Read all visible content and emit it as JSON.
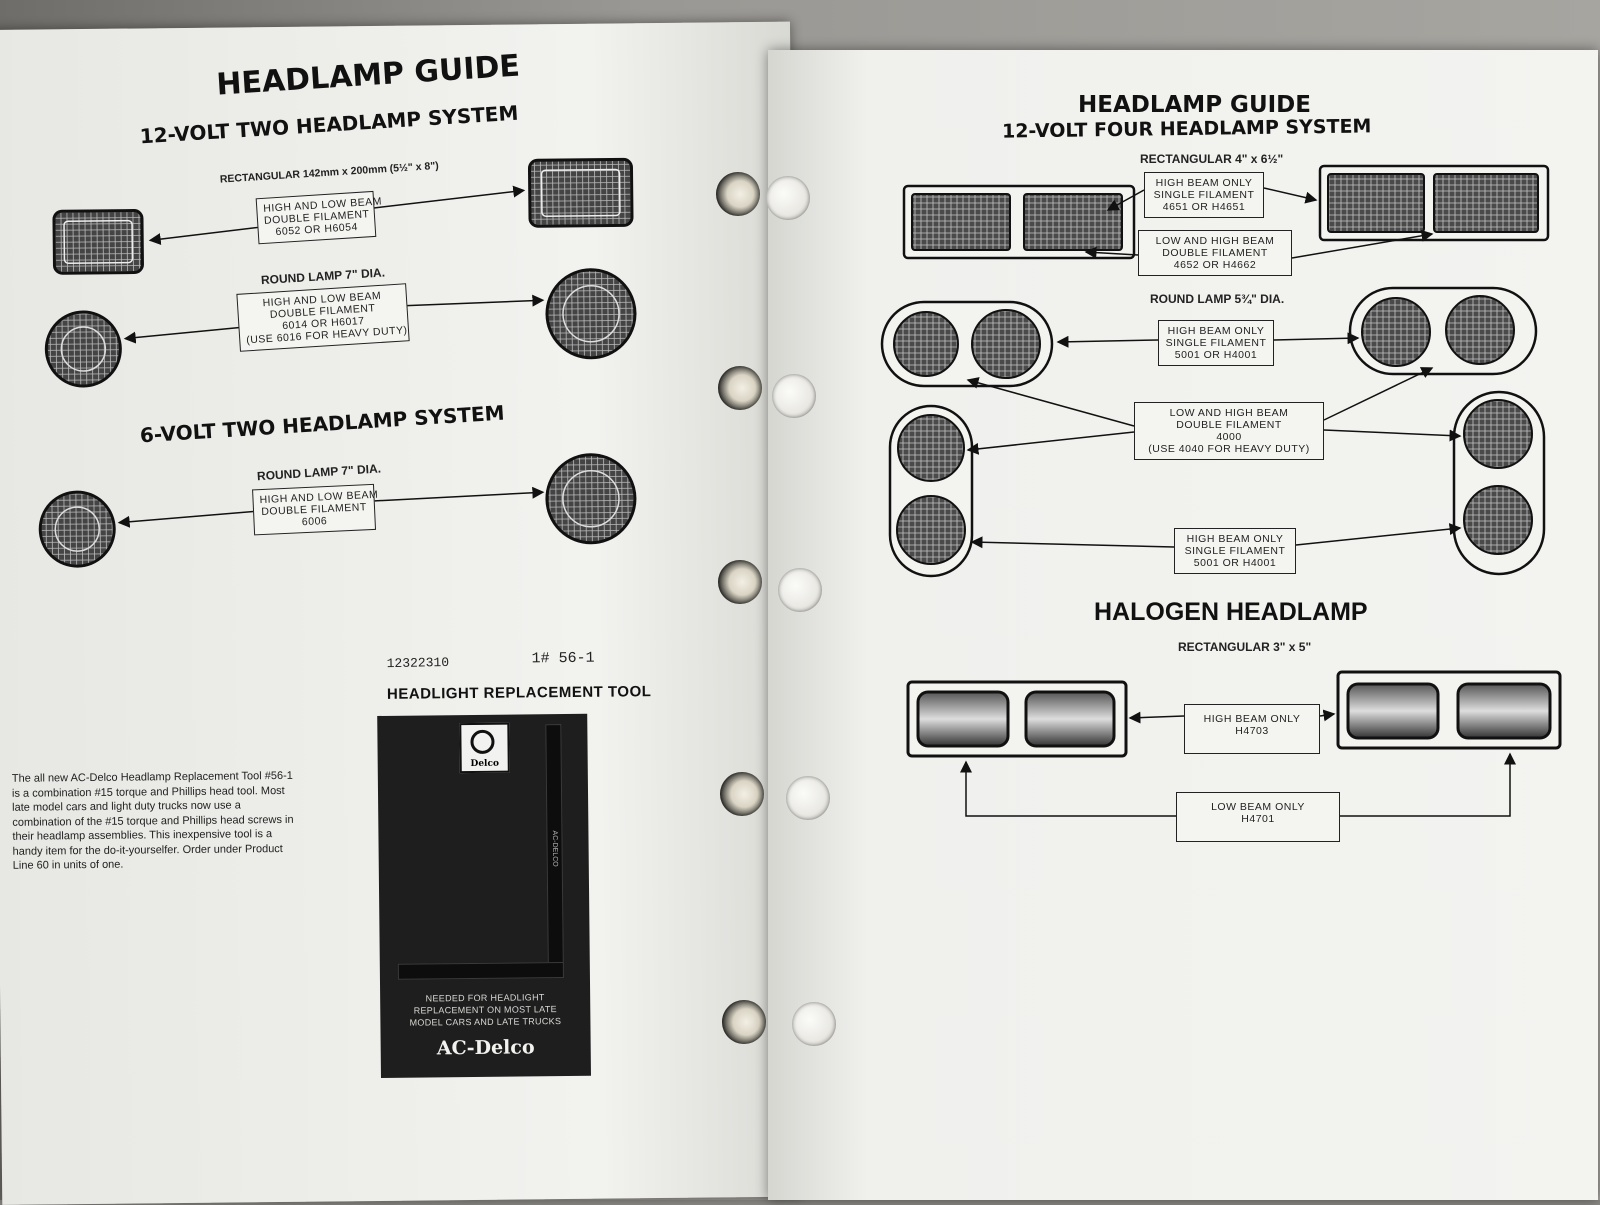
{
  "left_page": {
    "title": "HEADLAMP GUIDE",
    "section_12v_two": {
      "heading": "12-VOLT TWO HEADLAMP SYSTEM",
      "rect_label": "RECTANGULAR 142mm x 200mm (5½\" x 8\")",
      "rect_box": [
        "HIGH AND LOW BEAM",
        "DOUBLE FILAMENT",
        "6052 OR H6054"
      ],
      "round_label": "ROUND LAMP 7\" DIA.",
      "round_box": [
        "HIGH AND LOW BEAM",
        "DOUBLE FILAMENT",
        "6014 OR H6017",
        "(USE 6016 FOR HEAVY DUTY)"
      ]
    },
    "section_6v_two": {
      "heading": "6-VOLT TWO HEADLAMP SYSTEM",
      "round_label": "ROUND LAMP 7\" DIA.",
      "round_box": [
        "HIGH AND LOW BEAM",
        "DOUBLE FILAMENT",
        "6006"
      ]
    },
    "tool": {
      "part_number": "12322310",
      "code": "1# 56-1",
      "heading": "HEADLIGHT REPLACEMENT TOOL",
      "logo_text": "Delco",
      "card_lines": [
        "NEEDED FOR HEADLIGHT",
        "REPLACEMENT ON MOST LATE",
        "MODEL CARS AND LATE TRUCKS"
      ],
      "brand": "AC-Delco",
      "bar_text": "AC-DELCO"
    },
    "paragraph": "The all new AC-Delco Headlamp Replacement Tool #56-1 is a combination #15 torque and Phillips head tool. Most late model cars and light duty trucks now use a combination of the #15 torque and Phillips head screws in their headlamp assemblies. This inexpensive tool is a handy item for the do-it-yourselfer. Order under Product Line 60 in units of one."
  },
  "right_page": {
    "title": "HEADLAMP GUIDE",
    "heading": "12-VOLT FOUR HEADLAMP SYSTEM",
    "rect_label": "RECTANGULAR 4\" x 6½\"",
    "rect_box_high": [
      "HIGH BEAM ONLY",
      "SINGLE FILAMENT",
      "4651 OR H4651"
    ],
    "rect_box_low": [
      "LOW AND HIGH BEAM",
      "DOUBLE FILAMENT",
      "4652 OR H4662"
    ],
    "round_label": "ROUND LAMP 5¾\" DIA.",
    "round_box_high_top": [
      "HIGH BEAM ONLY",
      "SINGLE FILAMENT",
      "5001 OR H4001"
    ],
    "round_box_low": [
      "LOW AND HIGH BEAM",
      "DOUBLE FILAMENT",
      "4000",
      "(USE 4040 FOR HEAVY DUTY)"
    ],
    "round_box_high_bottom": [
      "HIGH BEAM ONLY",
      "SINGLE FILAMENT",
      "5001 OR H4001"
    ],
    "halogen_heading": "HALOGEN HEADLAMP",
    "halogen_label": "RECTANGULAR 3\" x 5\"",
    "halogen_box_high": [
      "HIGH BEAM ONLY",
      "H4703"
    ],
    "halogen_box_low": [
      "LOW BEAM ONLY",
      "H4701"
    ]
  },
  "colors": {
    "paper": "#f1f1ee",
    "ink": "#111111",
    "card": "#1e1e1e"
  }
}
